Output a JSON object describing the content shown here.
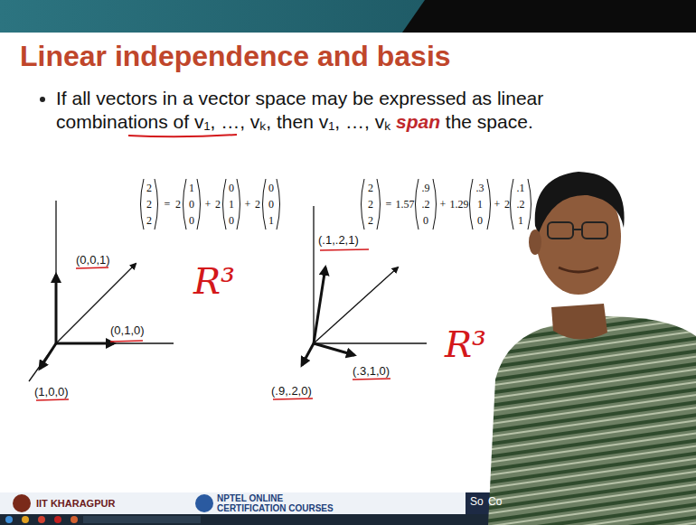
{
  "diagram": {
    "title": "Linear independence and basis",
    "labels": [
      "If all vectors in a vector space may be expressed as linear combinations of v₁, …, vₖ, then v₁, …, vₖ",
      "span",
      "the space.",
      "2",
      "2",
      "2",
      "=",
      "2",
      "1",
      "0",
      "0",
      "+",
      "2",
      "0",
      "1",
      "0",
      "+",
      "2",
      "0",
      "0",
      "1",
      "(0,0,1)",
      "(0,1,0)",
      "(1,0,0)",
      "R³",
      "2",
      "2",
      "2",
      "=",
      "1.57",
      ".9",
      ".2",
      "0",
      "+",
      "1.29",
      ".3",
      "1",
      "0",
      "+",
      "2",
      ".1",
      ".2",
      "1",
      "(.1,.2,1)",
      "(.3,1,0)",
      "(.9,.2,0)",
      "R³",
      "IIT KHARAGPUR",
      "NPTEL ONLINE",
      "CERTIFICATION COURSES",
      "So",
      "Co"
    ]
  }
}
